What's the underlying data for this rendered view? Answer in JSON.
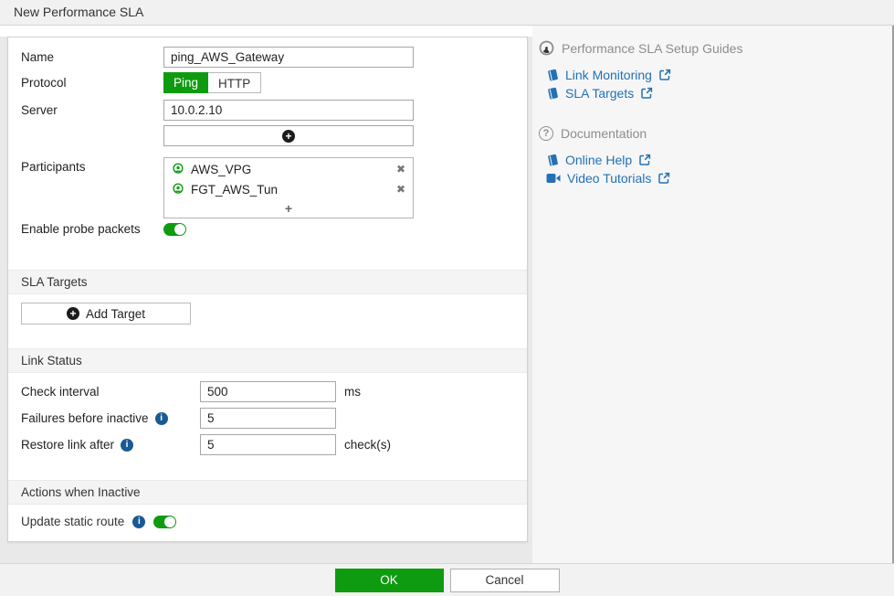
{
  "window": {
    "title": "New Performance SLA"
  },
  "icons": {
    "plus": "+",
    "remove": "✖",
    "question": "?",
    "info": "i"
  },
  "form": {
    "name": {
      "label": "Name",
      "value": "ping_AWS_Gateway"
    },
    "protocol": {
      "label": "Protocol",
      "options": [
        "Ping",
        "HTTP"
      ],
      "selected": "Ping"
    },
    "server": {
      "label": "Server",
      "value": "10.0.2.10"
    },
    "participants": {
      "label": "Participants",
      "items": [
        {
          "name": "AWS_VPG"
        },
        {
          "name": "FGT_AWS_Tun"
        }
      ]
    },
    "enable_probe_packets": {
      "label": "Enable probe packets",
      "enabled": true
    },
    "sla_targets": {
      "header": "SLA Targets",
      "add_button_label": "Add Target"
    },
    "link_status": {
      "header": "Link Status",
      "check_interval": {
        "label": "Check interval",
        "value": "500",
        "unit": "ms"
      },
      "failures_before_inactive": {
        "label": "Failures before inactive",
        "value": "5"
      },
      "restore_link_after": {
        "label": "Restore link after",
        "value": "5",
        "unit": "check(s)"
      }
    },
    "actions_when_inactive": {
      "header": "Actions when Inactive",
      "update_static_route": {
        "label": "Update static route",
        "enabled": true
      }
    }
  },
  "sidebar": {
    "guides": {
      "title": "Performance SLA Setup Guides",
      "links": [
        {
          "label": "Link Monitoring"
        },
        {
          "label": "SLA Targets"
        }
      ]
    },
    "documentation": {
      "title": "Documentation",
      "links": [
        {
          "label": "Online Help"
        },
        {
          "label": "Video Tutorials"
        }
      ]
    }
  },
  "footer": {
    "ok_label": "OK",
    "cancel_label": "Cancel"
  },
  "colors": {
    "accent_green": "#0e9b10",
    "link_blue": "#2471b3",
    "info_blue": "#1a5a94",
    "header_gray": "#8d8d8d",
    "band_gray": "#f4f4f5"
  }
}
